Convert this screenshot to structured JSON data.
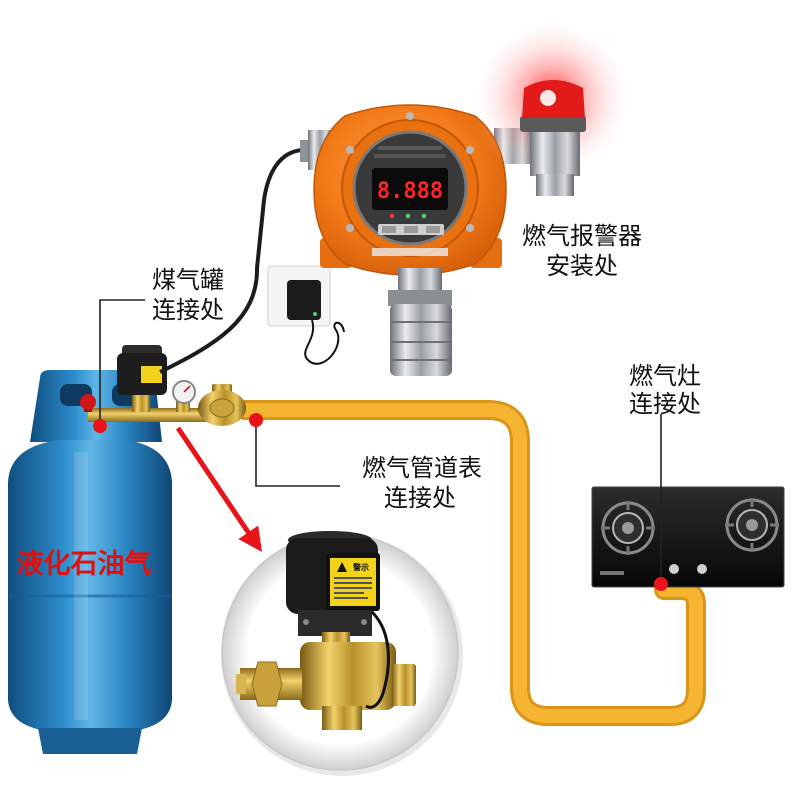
{
  "callouts": {
    "detector_install": {
      "line1": "燃气报警器",
      "line2": "安装处"
    },
    "tank_connection": {
      "line1": "煤气罐",
      "line2": "连接处"
    },
    "meter_connection": {
      "line1": "燃气管道表",
      "line2": "连接处"
    },
    "stove_connection": {
      "line1": "燃气灶",
      "line2": "连接处"
    }
  },
  "tank": {
    "label": "液化石油气"
  },
  "detector": {
    "display": "8.888"
  },
  "valve_inset": {
    "warning_label": "警示"
  },
  "colors": {
    "hose": "#f6b530",
    "marker": "#e8141a",
    "tank_label": "#e01010",
    "alarm_red": "#e21a1a"
  }
}
